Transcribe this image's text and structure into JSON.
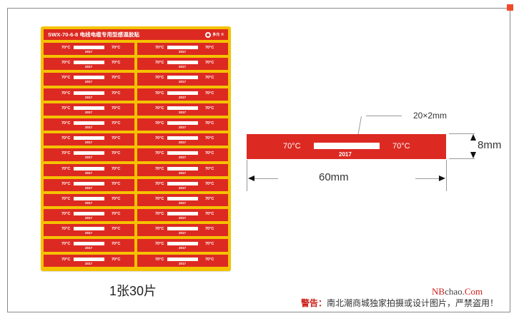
{
  "sheet": {
    "title": "SWX-70-6-8 电线电缆专用型感温胶贴",
    "brand": "多元",
    "registered_mark": "®",
    "rows": 15,
    "columns": 2,
    "mini_label": {
      "temp_left": "70°C",
      "temp_right": "70°C",
      "year": "2017"
    },
    "caption": "1张30片"
  },
  "detail_label": {
    "temp_left": "70°C",
    "temp_right": "70°C",
    "year": "2017",
    "window_dimension": "20×2mm",
    "height_dimension": "8mm",
    "width_dimension": "60mm"
  },
  "footer": {
    "site_prefix": "NB",
    "site_middle": "chao.",
    "site_suffix": "Com",
    "warning_label": "警告：",
    "warning_text": "南北潮商城独家拍摄或设计图片，严禁盗用！"
  },
  "colors": {
    "label_red": "#dc2a22",
    "sheet_yellow": "#f5c200",
    "warning_red": "#cc1f1a",
    "corner_mark": "#f04a2a"
  }
}
